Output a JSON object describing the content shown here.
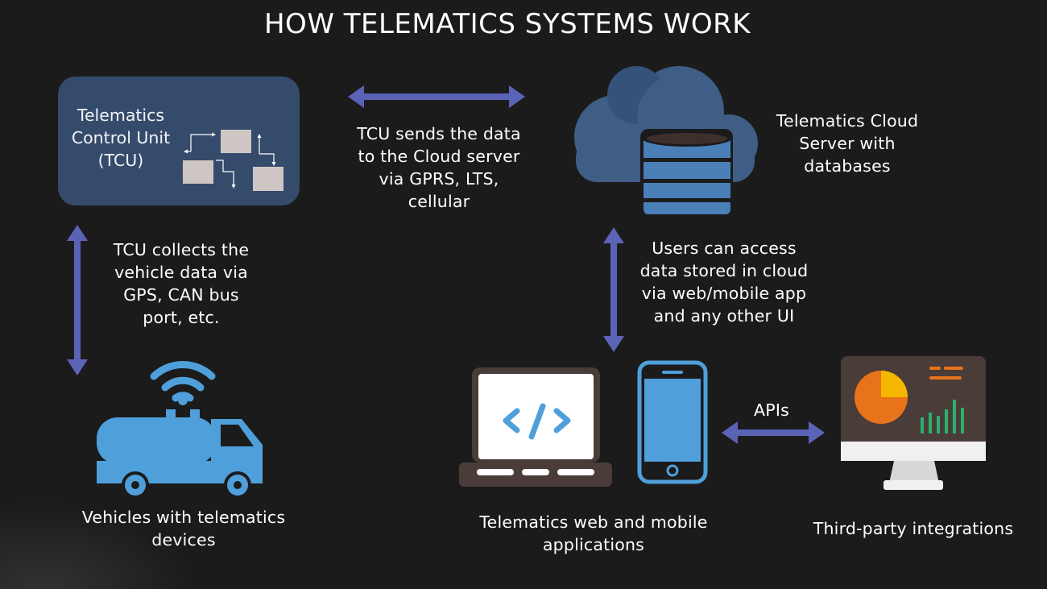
{
  "title": "HOW TELEMATICS SYSTEMS WORK",
  "colors": {
    "background": "#1b1b1c",
    "arrow": "#5b63b6",
    "tcu_box": "#354b6b",
    "cloud": "#3f5e86",
    "database": "#4a7fb8",
    "device_blue": "#4f9fda",
    "pie_orange": "#e8731a",
    "pie_yellow": "#f5b800",
    "bars_green": "#2eaf6b"
  },
  "tcu": {
    "label_lines": [
      "Telematics",
      "Control Unit",
      "(TCU)"
    ]
  },
  "arrow_tcu_cloud": {
    "lines": [
      "TCU sends the data",
      "to the Cloud server",
      "via GPRS, LTS,",
      "cellular"
    ]
  },
  "cloud": {
    "label_lines": [
      "Telematics Cloud",
      "Server with",
      "databases"
    ]
  },
  "arrow_tcu_vehicle": {
    "lines": [
      "TCU collects the",
      "vehicle data via",
      "GPS, CAN bus",
      "port, etc."
    ]
  },
  "arrow_cloud_apps": {
    "lines": [
      "Users can access",
      "data stored in cloud",
      "via web/mobile app",
      "and any other UI"
    ]
  },
  "vehicle": {
    "label_lines": [
      "Vehicles with telematics",
      "devices"
    ]
  },
  "apps": {
    "label_lines": [
      "Telematics web and mobile",
      "applications"
    ]
  },
  "apis": {
    "label": "APIs"
  },
  "third_party": {
    "label": "Third-party integrations"
  }
}
